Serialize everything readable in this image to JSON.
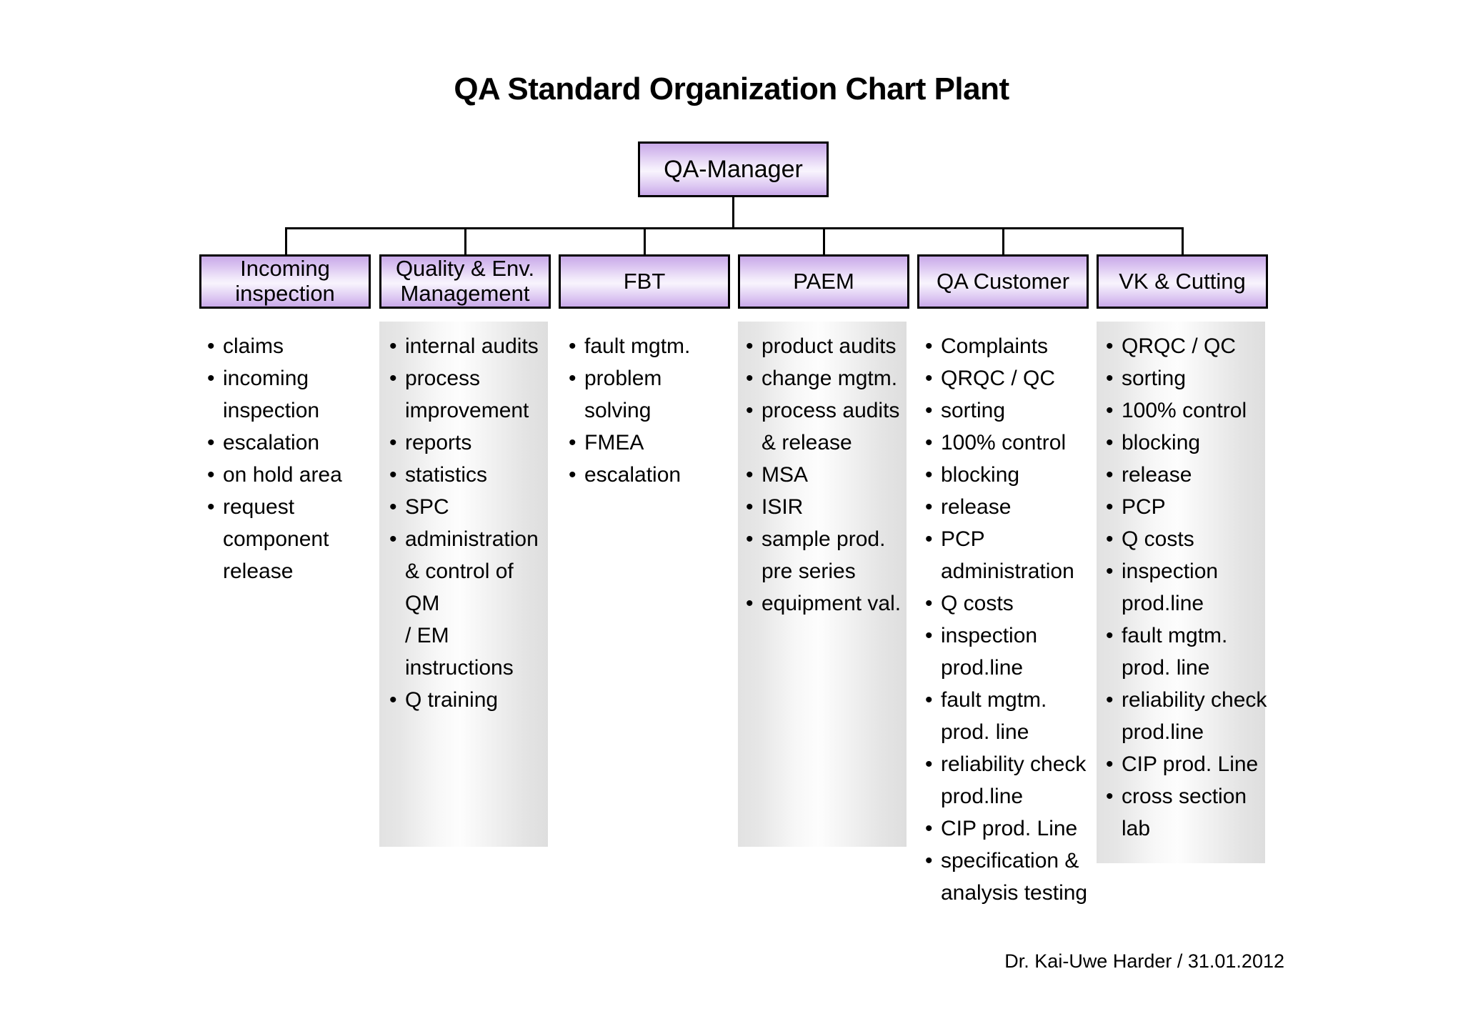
{
  "page": {
    "title": "QA Standard Organization Chart Plant",
    "footer": "Dr. Kai-Uwe Harder / 31.01.2012",
    "background_color": "#ffffff",
    "box_accent_color": "#c9a9e9",
    "panel_color": "#e4e4e4",
    "text_color": "#000000"
  },
  "chart_data": {
    "type": "diagram",
    "diagram_kind": "organization-chart",
    "title": "QA Standard Organization Chart Plant",
    "root": {
      "label": "QA-Manager"
    },
    "departments": [
      {
        "label": "Incoming\ninspection",
        "has_panel": false,
        "items": [
          "claims",
          "incoming\ninspection",
          "escalation",
          "on hold area",
          "request\ncomponent\nrelease"
        ]
      },
      {
        "label": "Quality & Env.\nManagement",
        "has_panel": true,
        "items": [
          "internal audits",
          "process\nimprovement",
          "reports",
          "statistics",
          "SPC",
          "administration\n& control of QM\n/ EM instructions",
          "Q training"
        ]
      },
      {
        "label": "FBT",
        "has_panel": false,
        "items": [
          "fault mgtm.",
          "problem\nsolving",
          "FMEA",
          "escalation"
        ]
      },
      {
        "label": "PAEM",
        "has_panel": true,
        "items": [
          "product audits",
          "change mgtm.",
          "process audits\n& release",
          "MSA",
          "ISIR",
          "sample prod.\npre series",
          "equipment val."
        ]
      },
      {
        "label": "QA Customer",
        "has_panel": false,
        "items": [
          "Complaints",
          "QRQC / QC",
          "sorting",
          "100% control",
          "blocking",
          "release",
          "PCP\nadministration",
          "Q costs",
          "inspection\nprod.line",
          "fault mgtm.\nprod. line",
          "reliability check\nprod.line",
          "CIP prod. Line",
          "specification &\nanalysis testing"
        ]
      },
      {
        "label": "VK & Cutting",
        "has_panel": true,
        "items": [
          "QRQC / QC",
          "sorting",
          "100% control",
          "blocking",
          "release",
          "PCP",
          "Q costs",
          "inspection\nprod.line",
          "fault mgtm.\nprod. line",
          "reliability check\nprod.line",
          "CIP prod. Line",
          "cross section\nlab"
        ]
      }
    ]
  }
}
